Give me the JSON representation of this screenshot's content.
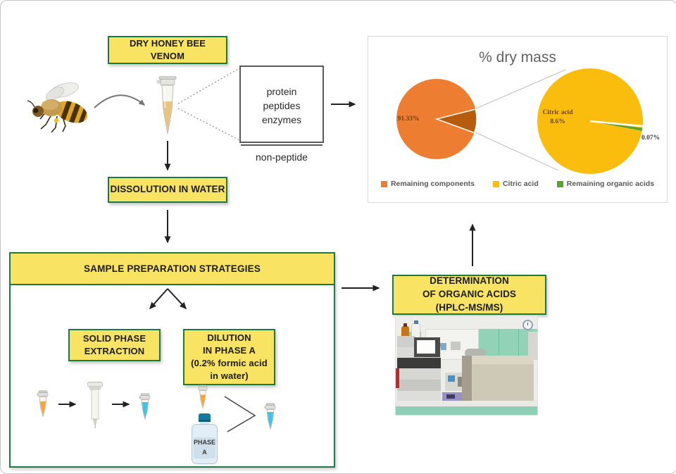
{
  "theme": {
    "box_fill": "#F8E462",
    "box_border": "#1A7A44",
    "arrow_color": "#222222",
    "dashed_connector_color": "#8A8A8A",
    "page_border": "#C4C4C4"
  },
  "flow": {
    "dry_venom_label": "DRY HONEY BEE\nVENOM",
    "components_top": "protein\npeptides\nenzymes",
    "components_bottom": "non-peptide",
    "dissolution_label": "DISSOLUTION IN WATER",
    "sample_prep_title": "SAMPLE PREPARATION STRATEGIES",
    "spe_label": "SOLID PHASE\nEXTRACTION",
    "dilution_label": "DILUTION\nIN PHASE A\n(0.2% formic acid\nin water)",
    "phase_a_label": "PHASE\nA",
    "determination_label": "DETERMINATION\nOF ORGANIC ACIDS\n(HPLC-MS/MS)"
  },
  "icons": {
    "bee": "honey-bee",
    "venom_tube": "microcentrifuge-tube-with-dry-venom",
    "sample_tube_orange": "microcentrifuge-tube-orange-sample",
    "result_tube_blue": "microcentrifuge-tube-blue-solution",
    "spe_column": "solid-phase-extraction-column",
    "phase_a_bottle": "phase-a-solvent-bottle",
    "lab_photo": "hplc-ms-ms-laboratory-photo",
    "clock": "wall-clock"
  },
  "chart_data": {
    "type": "pie-of-pie",
    "title": "% dry mass",
    "legend_position": "bottom",
    "legend": [
      {
        "label": "Remaining components",
        "color": "#ED7D31"
      },
      {
        "label": "Citric acid",
        "color": "#FBBD0D"
      },
      {
        "label": "Remaining organic acids",
        "color": "#55A630"
      }
    ],
    "main_pie": {
      "slices": [
        {
          "label": "Remaining components",
          "value": 91.33,
          "color": "#ED7D31",
          "data_label": "91.33%"
        },
        {
          "label": "Organic acids (exploded to secondary pie)",
          "value": 8.67,
          "color": "#B65C0D",
          "data_label": ""
        }
      ]
    },
    "secondary_pie": {
      "slices": [
        {
          "label": "Citric acid",
          "value": 8.6,
          "color": "#FBBD0D",
          "data_label": "Citric acid\n8.6%"
        },
        {
          "label": "Remaining organic acids",
          "value": 0.07,
          "color": "#55A630",
          "data_label": "0.07%"
        }
      ]
    }
  }
}
